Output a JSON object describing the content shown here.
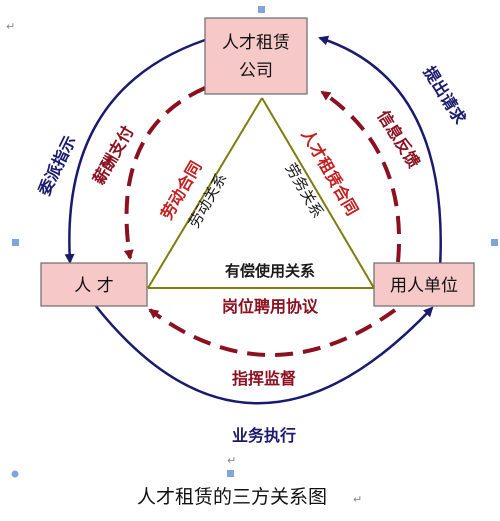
{
  "nodes": {
    "company_line1": "人才租赁",
    "company_line2": "公司",
    "talent": "人 才",
    "employer": "用人单位"
  },
  "outer_labels": {
    "dispatch": "委派指示",
    "request": "提出请求",
    "execution": "业务执行"
  },
  "inner_red_labels": {
    "salary": "薪酬支付",
    "feedback": "信息反馈",
    "supervision": "指挥监督"
  },
  "edge_labels": {
    "labor_contract": "劳动合同",
    "labor_relation_left": "劳动关系",
    "lease_contract": "人才租赁合同",
    "service_relation": "劳务关系",
    "paid_use": "有偿使用关系",
    "post_agreement": "岗位聘用协议"
  },
  "caption": "人才租赁的三方关系图",
  "colors": {
    "box_fill": "#f6c8c8",
    "navy": "#1a1a6e",
    "dark_red": "#8b1020",
    "red_text": "#c41e1e",
    "olive": "#7d7d10"
  }
}
